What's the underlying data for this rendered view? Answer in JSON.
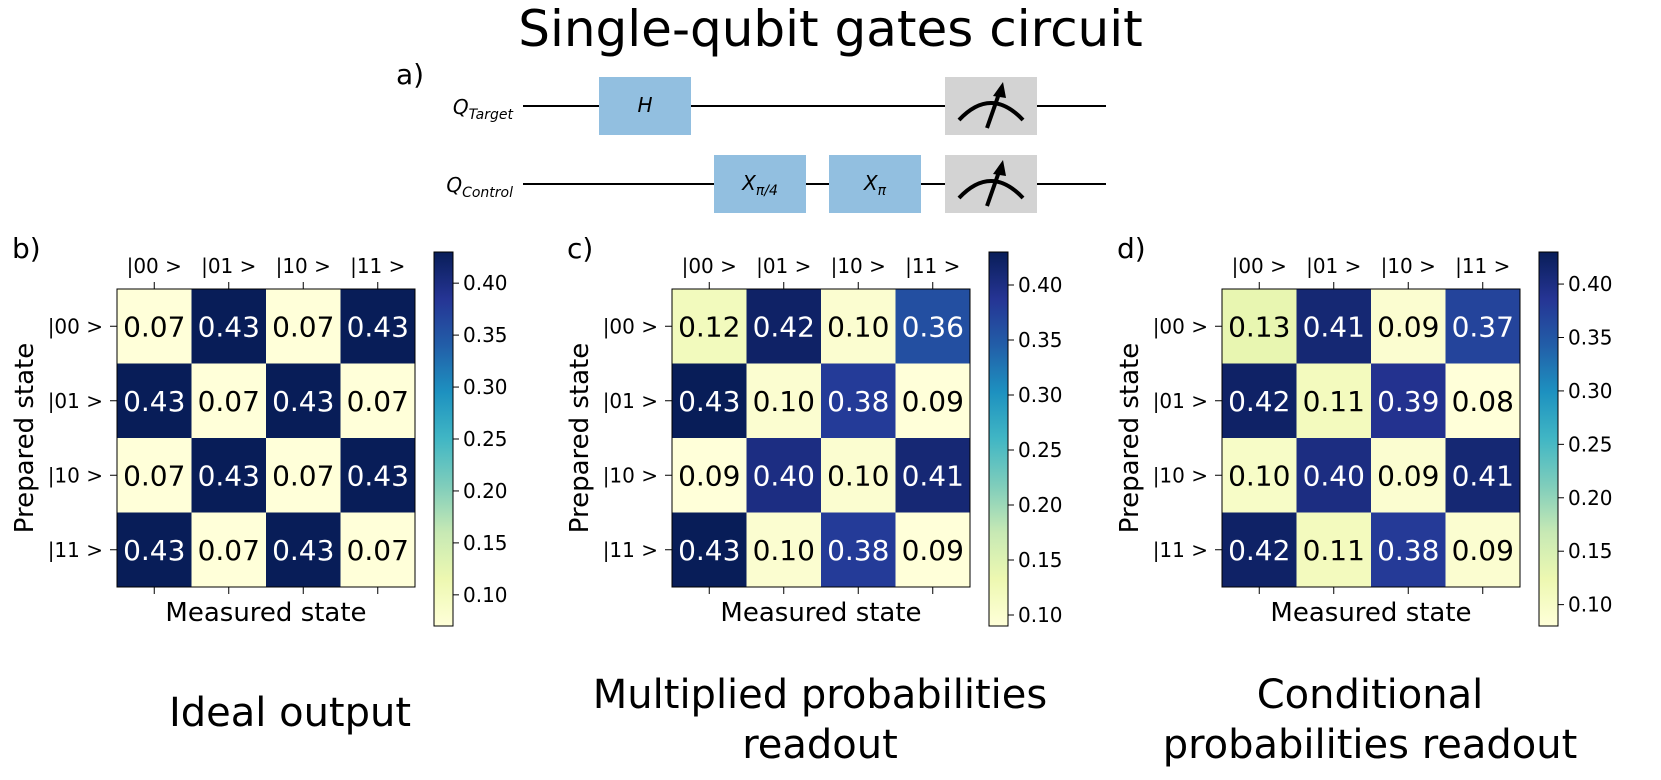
{
  "title": "Single-qubit gates circuit",
  "circuit": {
    "panel_label": "a)",
    "qubits": [
      {
        "name": "Q",
        "sub": "Target"
      },
      {
        "name": "Q",
        "sub": "Control"
      }
    ],
    "gates": [
      {
        "qubit": 0,
        "label": "H",
        "sub": ""
      },
      {
        "qubit": 1,
        "label": "X",
        "sub": "π/4"
      },
      {
        "qubit": 1,
        "label": "X",
        "sub": "π"
      }
    ],
    "measure_color": "#d3d3d3",
    "gate_color": "#92bfe0"
  },
  "colormap": "YlGnBu",
  "chart_data": [
    {
      "type": "heatmap",
      "panel_label": "b)",
      "title": "Ideal output",
      "xlabel": "Measured state",
      "ylabel": "Prepared state",
      "x_categories": [
        "|00 >",
        "|01 >",
        "|10 >",
        "|11 >"
      ],
      "y_categories": [
        "|00 >",
        "|01 >",
        "|10 >",
        "|11 >"
      ],
      "values": [
        [
          0.07,
          0.43,
          0.07,
          0.43
        ],
        [
          0.43,
          0.07,
          0.43,
          0.07
        ],
        [
          0.07,
          0.43,
          0.07,
          0.43
        ],
        [
          0.43,
          0.07,
          0.43,
          0.07
        ]
      ],
      "colorbar": {
        "min": 0.07,
        "max": 0.43,
        "ticks": [
          "0.10",
          "0.15",
          "0.20",
          "0.25",
          "0.30",
          "0.35",
          "0.40"
        ]
      }
    },
    {
      "type": "heatmap",
      "panel_label": "c)",
      "title": "Multiplied probabilities readout",
      "xlabel": "Measured state",
      "ylabel": "Prepared state",
      "x_categories": [
        "|00 >",
        "|01 >",
        "|10 >",
        "|11 >"
      ],
      "y_categories": [
        "|00 >",
        "|01 >",
        "|10 >",
        "|11 >"
      ],
      "values": [
        [
          0.12,
          0.42,
          0.1,
          0.36
        ],
        [
          0.43,
          0.1,
          0.38,
          0.09
        ],
        [
          0.09,
          0.4,
          0.1,
          0.41
        ],
        [
          0.43,
          0.1,
          0.38,
          0.09
        ]
      ],
      "colorbar": {
        "min": 0.09,
        "max": 0.43,
        "ticks": [
          "0.10",
          "0.15",
          "0.20",
          "0.25",
          "0.30",
          "0.35",
          "0.40"
        ]
      }
    },
    {
      "type": "heatmap",
      "panel_label": "d)",
      "title": "Conditional probabilities readout",
      "xlabel": "Measured state",
      "ylabel": "Prepared state",
      "x_categories": [
        "|00 >",
        "|01 >",
        "|10 >",
        "|11 >"
      ],
      "y_categories": [
        "|00 >",
        "|01 >",
        "|10 >",
        "|11 >"
      ],
      "values": [
        [
          0.13,
          0.41,
          0.09,
          0.37
        ],
        [
          0.42,
          0.11,
          0.39,
          0.08
        ],
        [
          0.1,
          0.4,
          0.09,
          0.41
        ],
        [
          0.42,
          0.11,
          0.38,
          0.09
        ]
      ],
      "colorbar": {
        "min": 0.08,
        "max": 0.43,
        "ticks": [
          "0.10",
          "0.15",
          "0.20",
          "0.25",
          "0.30",
          "0.35",
          "0.40"
        ]
      }
    }
  ]
}
